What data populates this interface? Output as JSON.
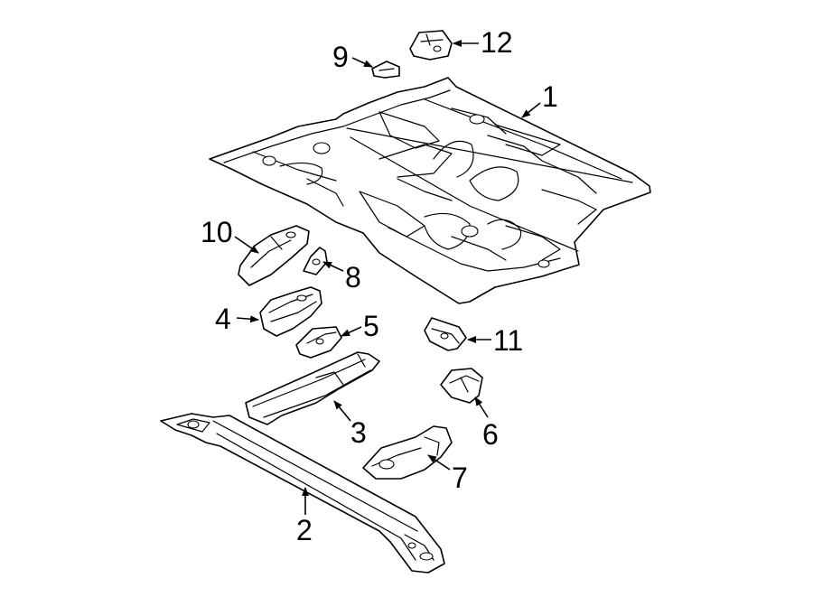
{
  "callouts": [
    {
      "id": "1",
      "label": "1"
    },
    {
      "id": "2",
      "label": "2"
    },
    {
      "id": "3",
      "label": "3"
    },
    {
      "id": "4",
      "label": "4"
    },
    {
      "id": "5",
      "label": "5"
    },
    {
      "id": "6",
      "label": "6"
    },
    {
      "id": "7",
      "label": "7"
    },
    {
      "id": "8",
      "label": "8"
    },
    {
      "id": "9",
      "label": "9"
    },
    {
      "id": "10",
      "label": "10"
    },
    {
      "id": "11",
      "label": "11"
    },
    {
      "id": "12",
      "label": "12"
    }
  ],
  "colors": {
    "ink": "#000000",
    "paper": "#ffffff"
  }
}
